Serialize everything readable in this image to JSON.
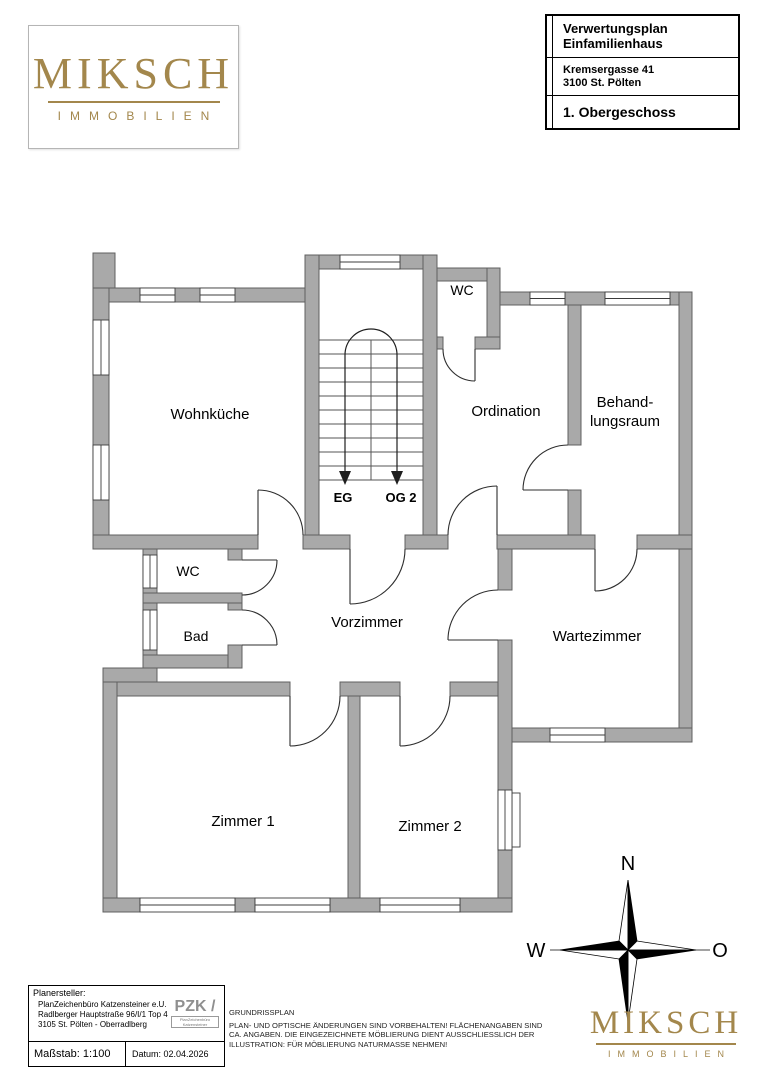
{
  "brand": {
    "name": "MIKSCH",
    "subtitle": "IMMOBILIEN",
    "accent_color": "#a3874c"
  },
  "title_block": {
    "plan_type_line1": "Verwertungsplan",
    "plan_type_line2": "Einfamilienhaus",
    "address_line1": "Kremsergasse 41",
    "address_line2": "3100 St. Pölten",
    "floor": "1. Obergeschoss"
  },
  "floorplan": {
    "rooms": {
      "wohnkueche": "Wohnküche",
      "wc_top": "WC",
      "ordination": "Ordination",
      "behandlungsraum_line1": "Behand-",
      "behandlungsraum_line2": "lungsraum",
      "wc_mid": "WC",
      "bad": "Bad",
      "vorzimmer": "Vorzimmer",
      "wartezimmer": "Wartezimmer",
      "zimmer1": "Zimmer 1",
      "zimmer2": "Zimmer 2"
    },
    "stairs": {
      "label_eg": "EG",
      "label_og2": "OG 2"
    }
  },
  "compass": {
    "north": "N",
    "west": "W",
    "east": "O"
  },
  "footer": {
    "planersteller_label": "Planersteller:",
    "company": "PlanZeichenbüro Katzensteiner e.U.",
    "company_address1": "Radlberger Hauptstraße 96/I/1 Top 4",
    "company_address2": "3105 St. Pölten - Oberradlberg",
    "pzk_logo": "PZK /",
    "pzk_caption": "PlanZeichenbüro Katzensteiner",
    "massstab": "Maßstab: 1:100",
    "datum": "Datum: 02.04.2026",
    "disclaimer_title": "GRUNDRISSPLAN",
    "disclaimer_line1": "PLAN- UND OPTISCHE ÄNDERUNGEN SIND VORBEHALTEN! FLÄCHENANGABEN SIND",
    "disclaimer_line2": "CA. ANGABEN. DIE EINGEZEICHNETE MÖBLIERUNG DIENT AUSSCHLIESSLICH DER",
    "disclaimer_line3": "ILLUSTRATION: FÜR MÖBLIERUNG NATURMASSE NEHMEN!"
  }
}
